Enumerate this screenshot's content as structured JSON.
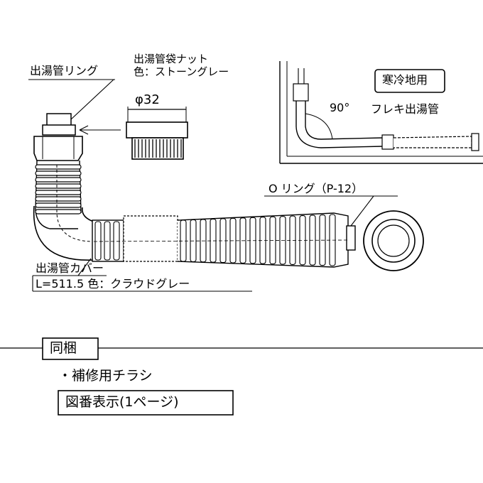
{
  "labels": {
    "ring": "出湯管リング",
    "nut_name": "出湯管袋ナット",
    "nut_color": "色：ストーングレー",
    "diameter": "φ32",
    "cold_region": "寒冷地用",
    "angle": "90°",
    "flex_pipe": "フレキ出湯管",
    "o_ring": "O リング（P-12）",
    "cover_name": "出湯管カバー",
    "cover_spec": "L=511.5  色：クラウドグレー"
  },
  "bundled": {
    "title": "同梱",
    "item": "・補修用チラシ",
    "page_ref": "図番表示(1ページ)"
  }
}
